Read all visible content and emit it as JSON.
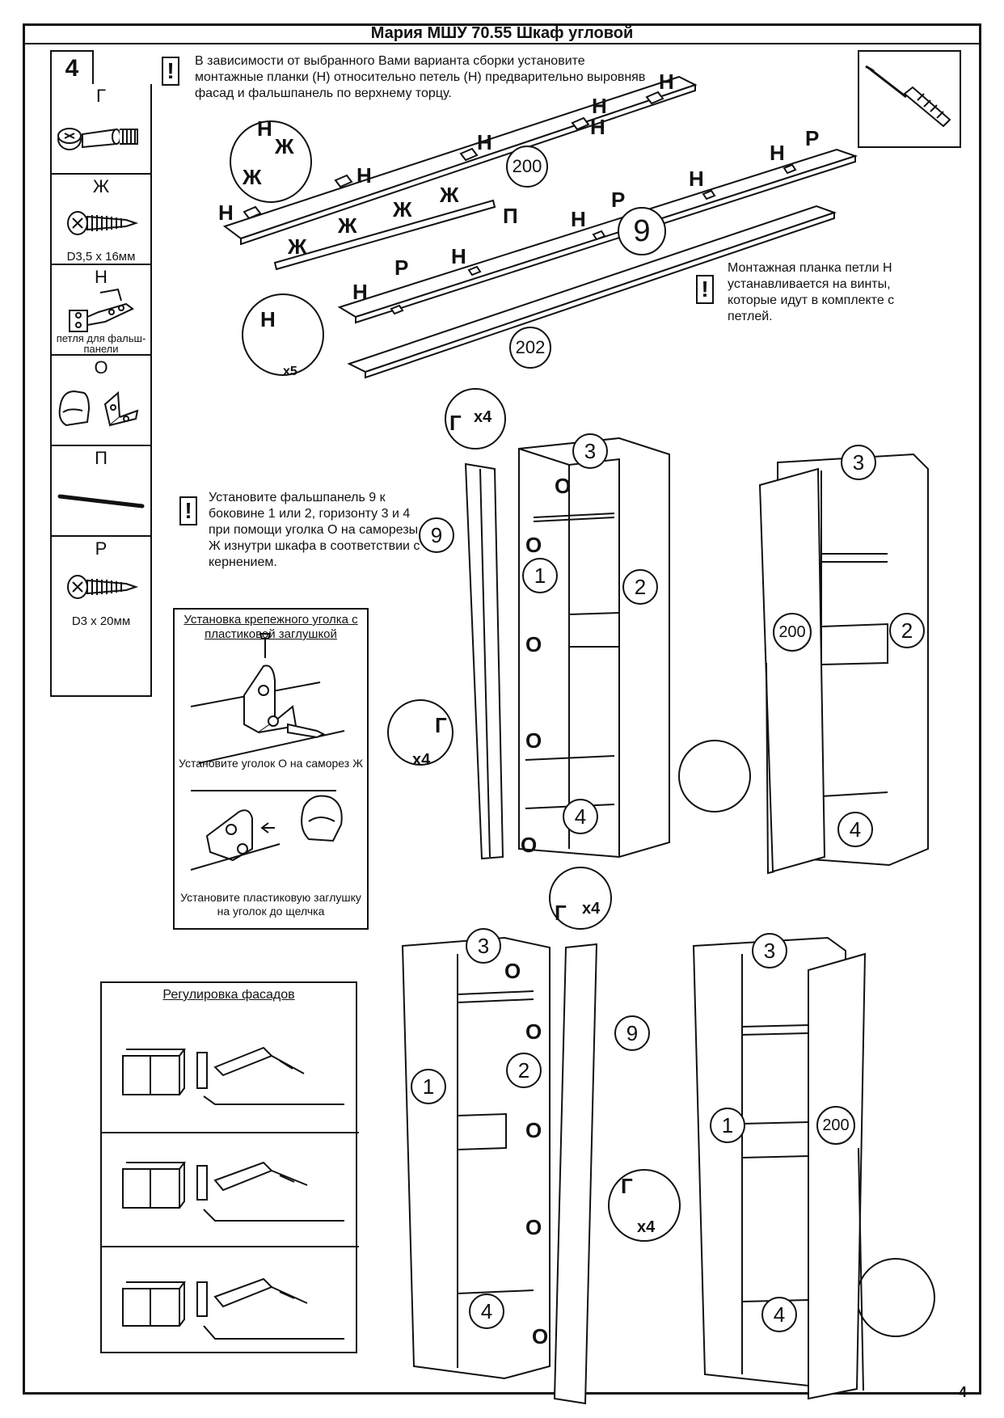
{
  "document": {
    "title": "Мария МШУ 70.55 Шкаф угловой",
    "step_number": "4",
    "page_number": "4"
  },
  "parts": [
    {
      "letter": "Г",
      "spec": "",
      "icon": "eccentric-coupler-icon"
    },
    {
      "letter": "Ж",
      "spec": "D3,5 х 16мм",
      "icon": "screw-icon"
    },
    {
      "letter": "Н",
      "spec": "петля для фальш-панели",
      "icon": "hinge-icon"
    },
    {
      "letter": "О",
      "spec": "",
      "icon": "corner-bracket-icon"
    },
    {
      "letter": "П",
      "spec": "",
      "icon": "rod-icon"
    },
    {
      "letter": "Р",
      "spec": "D3 х 20мм",
      "icon": "screw-icon"
    }
  ],
  "notes": {
    "top": "В зависимости от выбранного Вами варианта сборки установите монтажные планки (Н) относительно петель (Н) предварительно выровняв фасад и фальшпанель по верхнему торцу.",
    "mounting_plate": "Монтажная планка петли Н устанавливается на винты, которые идут в комплекте с петлей.",
    "false_panel": "Установите фальшпанель 9 к боковине 1 или 2, горизонту 3 и 4 при помощи уголка О на саморезы Ж изнутри шкафа в соответствии с кернением."
  },
  "bracket_box": {
    "title": "Установка крепежного уголка с пластиковой заглушкой",
    "caption1": "Установите  уголок О на саморез Ж",
    "caption2": "Установите пластиковую заглушку на уголок до щелчка"
  },
  "adjust_box": {
    "title": "Регулировка фасадов"
  },
  "labels": {
    "H": "Н",
    "P": "Р",
    "Zh": "Ж",
    "Pe": "П",
    "G": "Г",
    "O": "О",
    "x4": "х4",
    "x5": "х5",
    "n200": "200",
    "n202": "202",
    "n9": "9",
    "n1": "1",
    "n2": "2",
    "n3": "3",
    "n4": "4"
  }
}
